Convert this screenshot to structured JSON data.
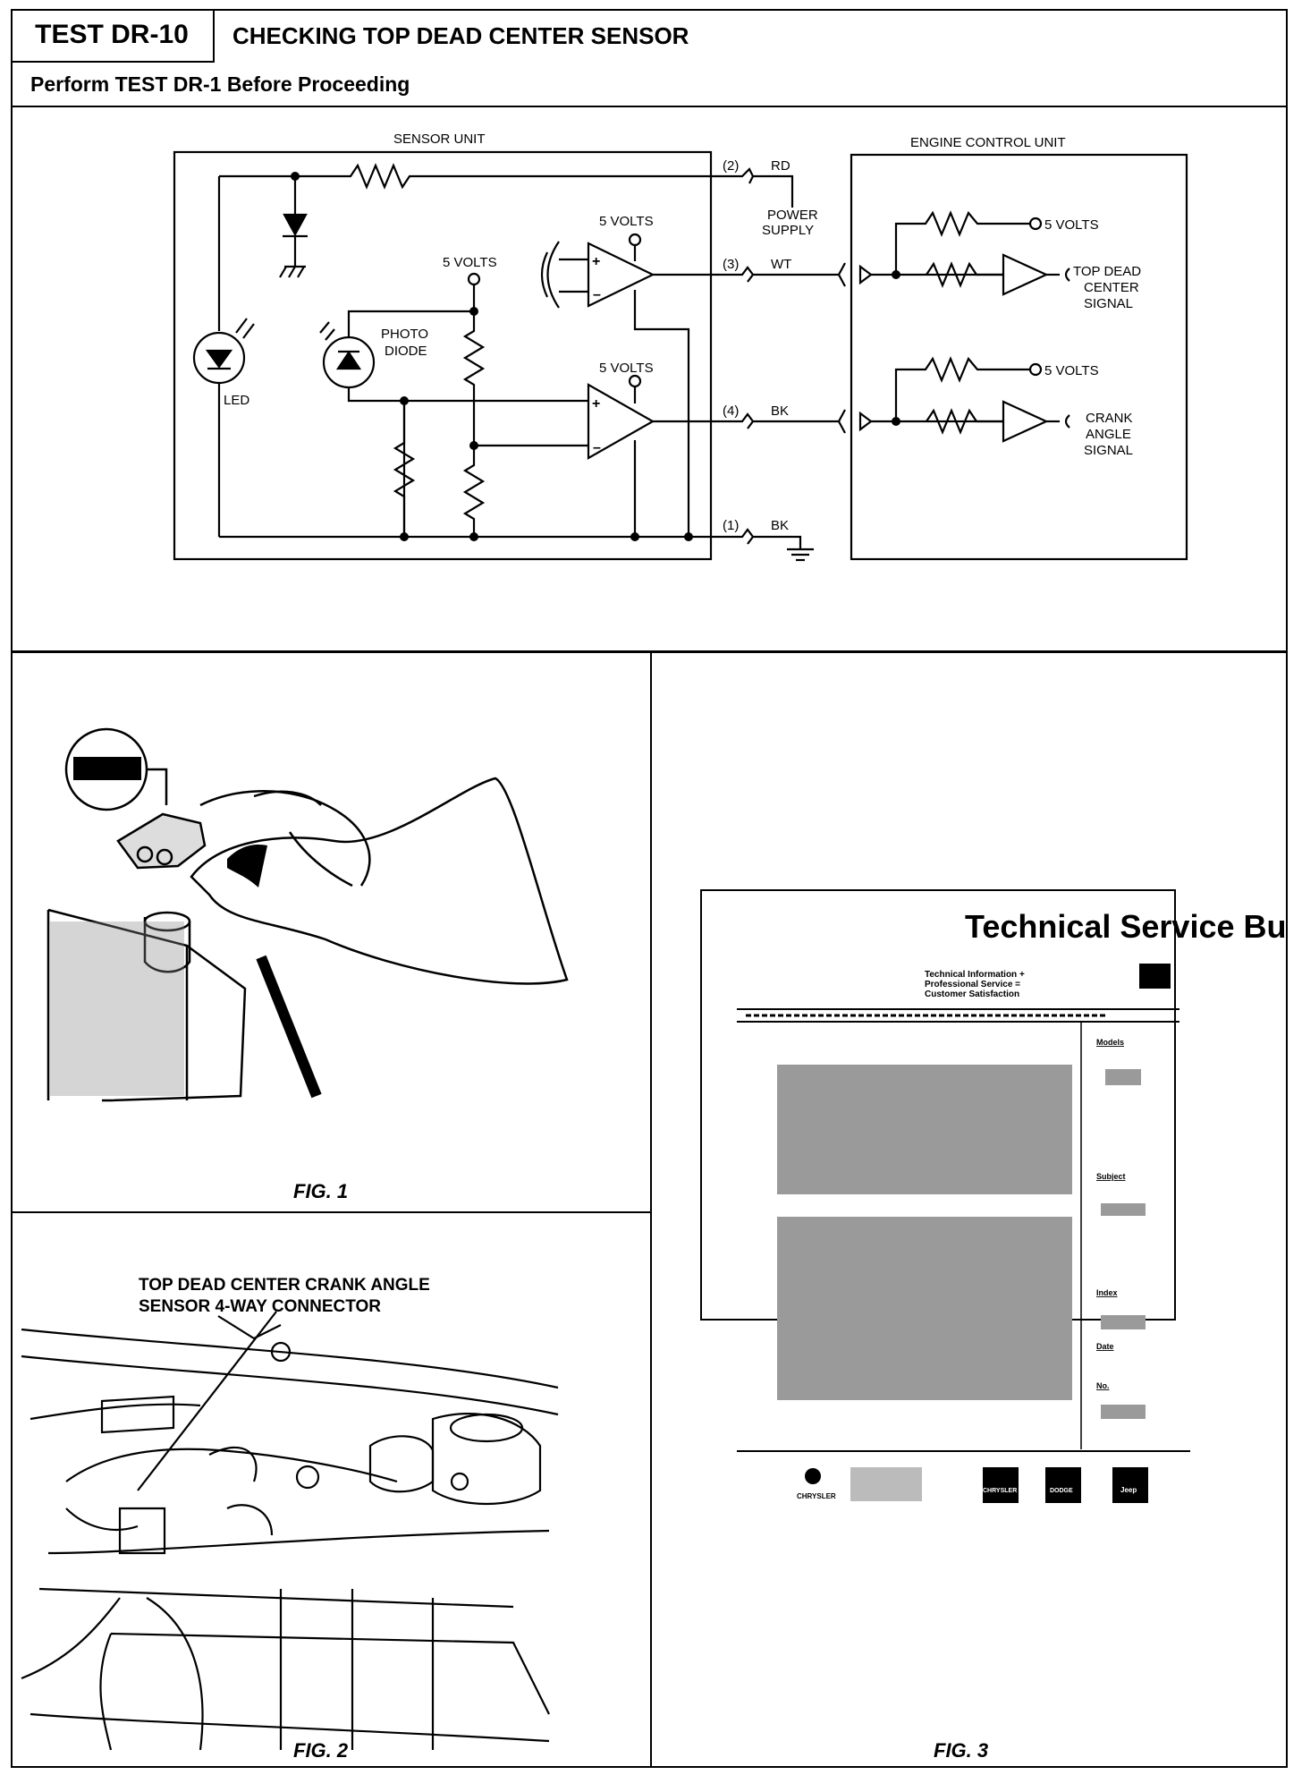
{
  "header": {
    "test_id": "TEST DR-10",
    "title": "CHECKING TOP DEAD CENTER SENSOR",
    "prerequisite": "Perform TEST DR-1 Before Proceeding"
  },
  "schematic": {
    "sensor_unit_label": "SENSOR UNIT",
    "ecu_label": "ENGINE CONTROL UNIT",
    "five_volts": "5 VOLTS",
    "photo_diode": [
      "PHOTO",
      "DIODE"
    ],
    "led": "LED",
    "power_supply": [
      "POWER",
      "SUPPLY"
    ],
    "ecu_5v": "5 VOLTS",
    "top_dead_center_signal": [
      "TOP DEAD",
      "CENTER",
      "SIGNAL"
    ],
    "crank_angle_signal": [
      "CRANK",
      "ANGLE",
      "SIGNAL"
    ],
    "pins": [
      {
        "num": "(2)",
        "wire": "RD"
      },
      {
        "num": "(3)",
        "wire": "WT"
      },
      {
        "num": "(4)",
        "wire": "BK"
      },
      {
        "num": "(1)",
        "wire": "BK"
      }
    ]
  },
  "fig1": {
    "caption": "FIG. 1"
  },
  "fig2": {
    "caption": "FIG. 2",
    "callout": [
      "TOP DEAD CENTER CRANK ANGLE",
      "SENSOR 4-WAY CONNECTOR"
    ]
  },
  "fig3": {
    "caption": "FIG. 3",
    "tsb_title": "Technical Service Bulletin",
    "tagline": [
      "Technical Information +",
      "Professional Service =",
      "Customer Satisfaction"
    ],
    "side_labels": [
      "Models",
      "Subject",
      "Index",
      "Date",
      "No."
    ],
    "brands": [
      "CHRYSLER",
      "DODGE",
      "Jeep"
    ],
    "corp": "CHRYSLER"
  }
}
